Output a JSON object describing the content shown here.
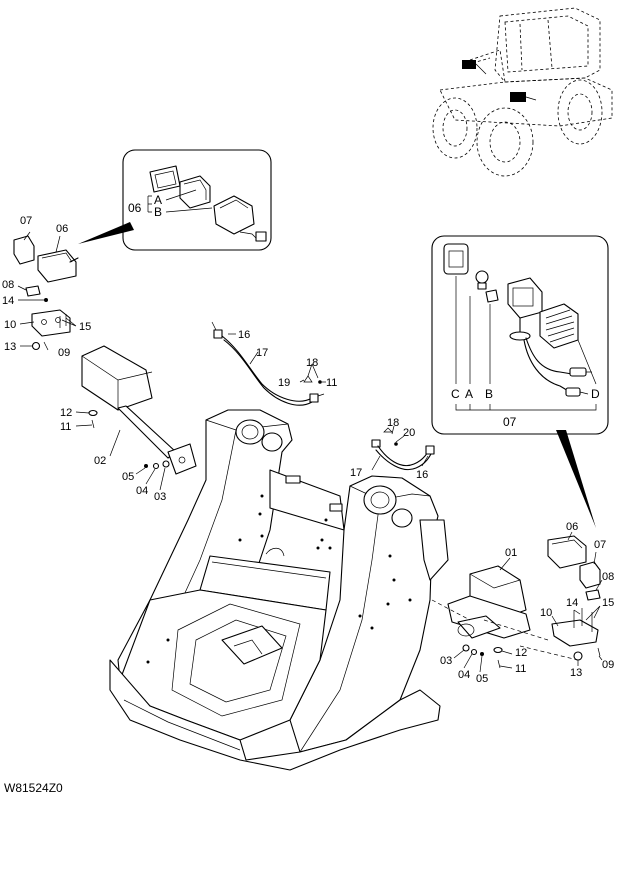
{
  "drawing_code": "W81524Z0",
  "inset_left": {
    "parent": "06",
    "sub_a": "A",
    "sub_b": "B"
  },
  "inset_right": {
    "c": "C",
    "a": "A",
    "b": "B",
    "d": "D",
    "parent": "07"
  },
  "left_callouts": {
    "p07": "07",
    "p06": "06",
    "p08": "08",
    "p14": "14",
    "p10": "10",
    "p15": "15",
    "p13": "13",
    "p09": "09",
    "p12": "12",
    "p11": "11",
    "p02": "02",
    "p05": "05",
    "p04": "04",
    "p03": "03"
  },
  "harness_left": {
    "p16": "16",
    "p17": "17",
    "p18": "18",
    "p19": "19",
    "p11": "11"
  },
  "harness_right": {
    "p18": "18",
    "p20": "20",
    "p17": "17",
    "p16": "16"
  },
  "right_callouts": {
    "p01": "01",
    "p06": "06",
    "p07": "07",
    "p08": "08",
    "p14": "14",
    "p15": "15",
    "p10": "10",
    "p12": "12",
    "p11": "11",
    "p03": "03",
    "p04": "04",
    "p05": "05",
    "p13": "13",
    "p09": "09"
  }
}
